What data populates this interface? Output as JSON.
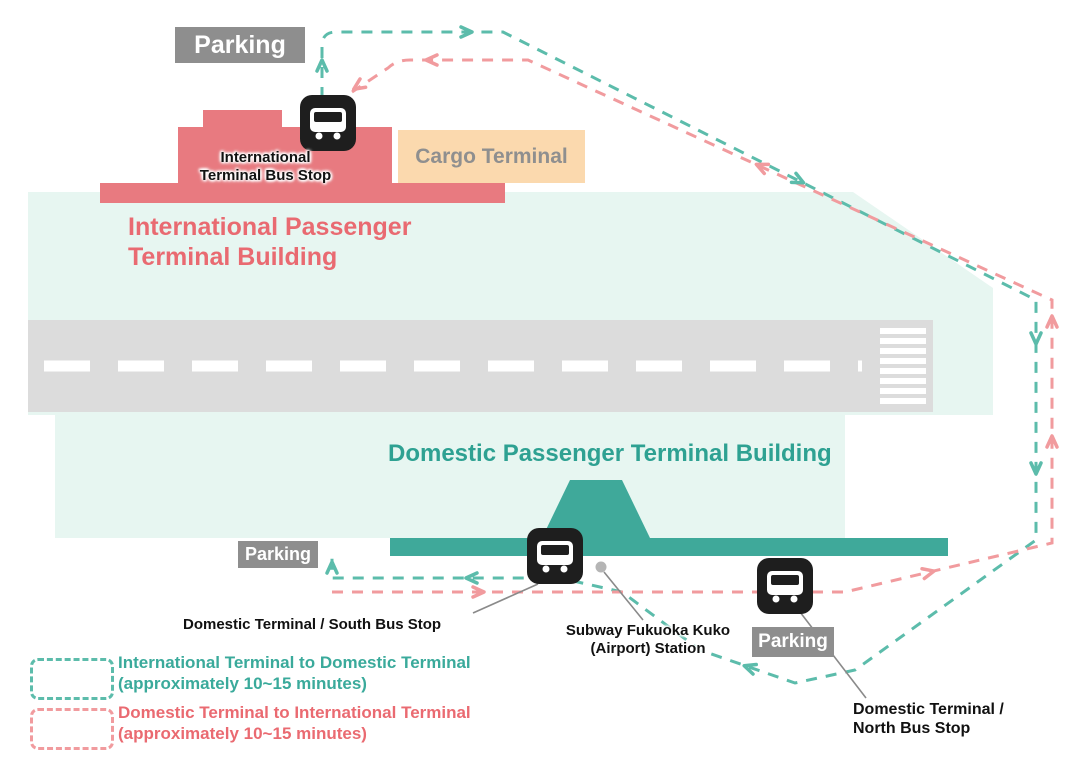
{
  "colors": {
    "teal_building": "#3fa99a",
    "teal_text": "#2ea192",
    "teal_route": "#5cbcab",
    "coral_building": "#e87a80",
    "coral_text": "#e96a71",
    "pink_route": "#f19b9e",
    "mint_background": "#e7f6f1",
    "runway_gray": "#dcdcdc",
    "parking_gray": "#8e8e8e",
    "cargo_background": "#fbd9ae",
    "cargo_text": "#8f8f8f",
    "bus_icon_black": "#1e1e1e",
    "subway_dot_gray": "#b5b5b5"
  },
  "labels": {
    "parking": "Parking",
    "cargo_terminal": "Cargo Terminal",
    "international_title_line1": "International Passenger",
    "international_title_line2": "Terminal Building",
    "domestic_title": "Domestic Passenger Terminal Building",
    "international_bus_stop_line1": "International",
    "international_bus_stop_line2": "Terminal Bus Stop",
    "south_bus_stop": "Domestic Terminal / South Bus Stop",
    "subway_line1": "Subway Fukuoka Kuko",
    "subway_line2": "(Airport) Station",
    "north_bus_stop_line1": "Domestic Terminal /",
    "north_bus_stop_line2": "North Bus Stop"
  },
  "legend": {
    "international_to_domestic_line1": "International Terminal to Domestic Terminal",
    "international_to_domestic_line2": "(approximately 10~15 minutes)",
    "domestic_to_international_line1": "Domestic Terminal to International Terminal",
    "domestic_to_international_line2": "(approximately 10~15 minutes)"
  }
}
